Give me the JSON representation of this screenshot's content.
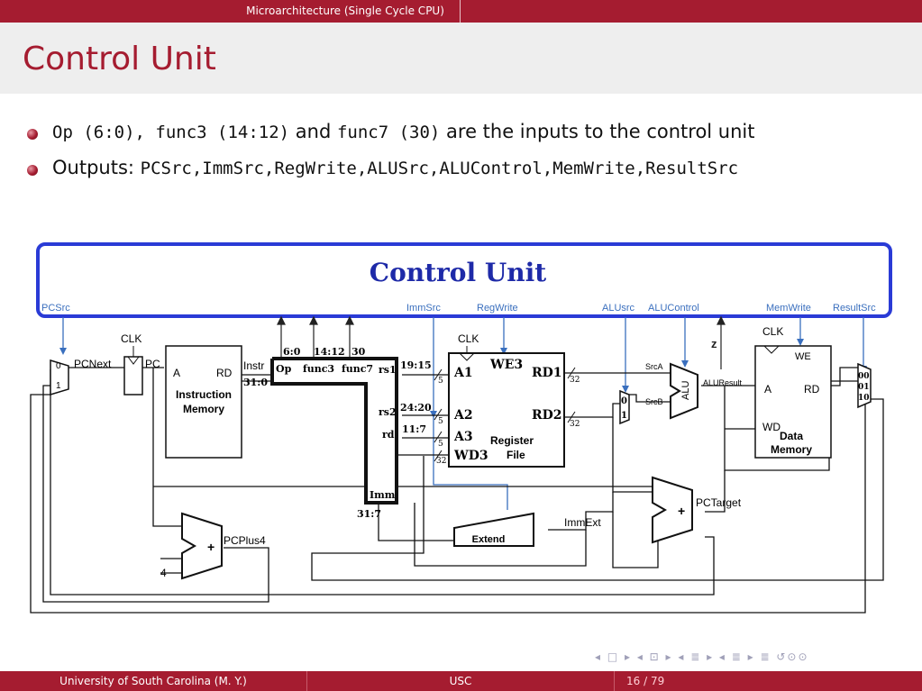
{
  "header": {
    "section": "Microarchitecture (Single Cycle CPU)"
  },
  "title": "Control Unit",
  "bullets": [
    {
      "parts": [
        {
          "t": "Op (6:0), func3 (14:12)",
          "mono": true
        },
        {
          "t": " and ",
          "mono": false
        },
        {
          "t": "func7 (30)",
          "mono": true
        },
        {
          "t": " are the inputs to the control unit",
          "mono": false
        }
      ]
    },
    {
      "parts": [
        {
          "t": "Outputs: ",
          "mono": false
        },
        {
          "t": "PCSrc,ImmSrc,RegWrite,ALUSrc,ALUControl,MemWrite,ResultSrc",
          "mono": true
        }
      ]
    }
  ],
  "diagram": {
    "control_unit": "Control Unit",
    "control_signals": {
      "pcsrc": "PCSrc",
      "immsrc": "ImmSrc",
      "regwrite": "RegWrite",
      "alusrc": "ALUsrc",
      "alucontrol": "ALUControl",
      "memwrite": "MemWrite",
      "resultsrc": "ResultSrc"
    },
    "clk": "CLK",
    "pc_mux": {
      "in0": "0",
      "in1": "1"
    },
    "pcnext": "PCNext",
    "pc": "PC",
    "imem": {
      "a": "A",
      "rd": "RD",
      "name1": "Instruction",
      "name2": "Memory"
    },
    "instr": "Instr",
    "instr_range": "31:0",
    "fields": {
      "op_bits": "6:0",
      "f3_bits": "14:12",
      "f7_bits": "30",
      "op": "Op",
      "func3": "func3",
      "func7": "func7",
      "rs1": "rs1",
      "rs2": "rs2",
      "rd": "rd",
      "imm": "Imm",
      "imm_bits": "31:7",
      "rs1_bits": "19:15",
      "rs2_bits": "24:20",
      "rd_bits": "11:7"
    },
    "bus5": "5",
    "bus32": "32",
    "regfile": {
      "we3": "WE3",
      "a1": "A1",
      "a2": "A2",
      "a3": "A3",
      "wd3": "WD3",
      "rd1": "RD1",
      "rd2": "RD2",
      "name1": "Register",
      "name2": "File"
    },
    "extend": "Extend",
    "immext": "ImmExt",
    "srca": "SrcA",
    "srcb": "SrcB",
    "alu": "ALU",
    "z": "z",
    "aluresult": "ALUResult",
    "src_mux": {
      "in0": "0",
      "in1": "1"
    },
    "dmem": {
      "we": "WE",
      "a": "A",
      "rd": "RD",
      "wd": "WD",
      "name1": "Data",
      "name2": "Memory"
    },
    "result_mux": {
      "in0": "00",
      "in1": "01",
      "in2": "10"
    },
    "pctarget": "PCTarget",
    "pcplus4": "PCPlus4",
    "four": "4",
    "plus": "+"
  },
  "nav_symbols": "◂ □ ▸ ◂ ⊡ ▸ ◂ ≣ ▸ ◂ ≣ ▸   ≣   ↺⊙⊙",
  "footer": {
    "left": "University of South Carolina  (M. Y.)",
    "center": "USC",
    "page": "16 / 79"
  }
}
